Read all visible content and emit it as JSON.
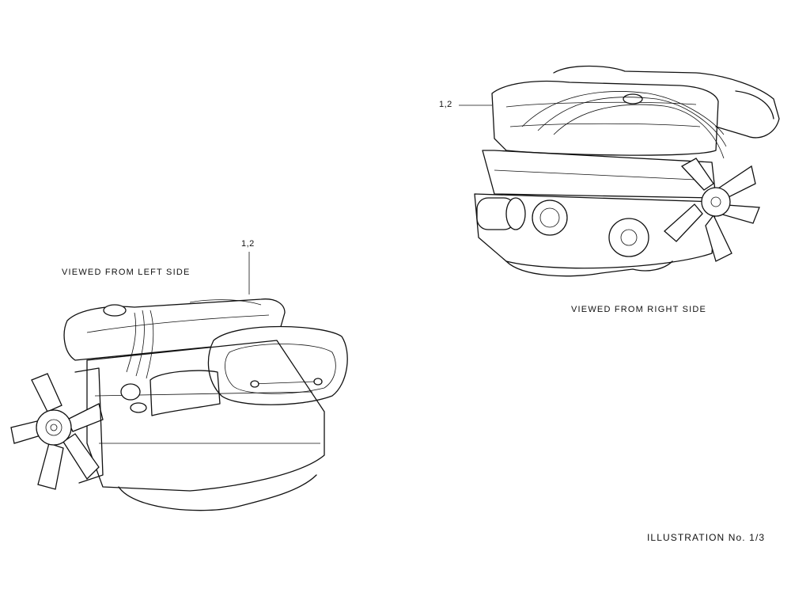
{
  "diagram": {
    "left_view": {
      "caption": "VIEWED FROM LEFT SIDE",
      "callout": "1,2"
    },
    "right_view": {
      "caption": "VIEWED FROM RIGHT SIDE",
      "callout": "1,2"
    },
    "illustration_label": "ILLUSTRATION No. 1/3"
  }
}
